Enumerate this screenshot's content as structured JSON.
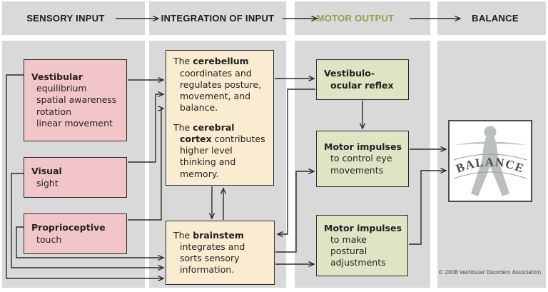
{
  "header": {
    "steps": [
      {
        "label": "SENSORY INPUT"
      },
      {
        "label": "INTEGRATION OF INPUT"
      },
      {
        "label": "MOTOR OUTPUT"
      },
      {
        "label": "BALANCE"
      }
    ]
  },
  "sensory": {
    "vestibular": {
      "title": "Vestibular",
      "lines": [
        "equilibrium",
        "spatial awareness",
        "rotation",
        "linear movement"
      ]
    },
    "visual": {
      "title": "Visual",
      "lines": [
        "sight"
      ]
    },
    "proprioceptive": {
      "title": "Proprioceptive",
      "lines": [
        "touch"
      ]
    }
  },
  "integration": {
    "cerebellum": {
      "p1_pre": "The ",
      "p1_bold": "cerebellum",
      "p1_post": " coordinates and regulates posture, movement, and balance.",
      "p2_pre": "The ",
      "p2_bold": "cerebral cortex",
      "p2_post": " contributes higher level thinking and memory."
    },
    "brainstem": {
      "pre": "The ",
      "bold": "brainstem",
      "post": " integrates and sorts sensory information."
    }
  },
  "motor": {
    "vor": {
      "bold": "Vestibulo-ocular reflex"
    },
    "eye": {
      "bold": "Motor impulses",
      "post": " to control eye movements"
    },
    "postural": {
      "bold": "Motor impulses",
      "post": " to make postural adjustments"
    }
  },
  "balance": {
    "label": "BALANCE"
  },
  "footer": {
    "copyright": "© 2008 Vestibular Disorders Association"
  },
  "colors": {
    "band": "#d9d9d9",
    "pink": "#f2c6c9",
    "cream": "#f9ecd1",
    "green": "#dfe4c5",
    "motor_text": "#8da14e",
    "line": "#2b2b2b",
    "border": "#2f2b2b",
    "text": "#231f1f"
  }
}
